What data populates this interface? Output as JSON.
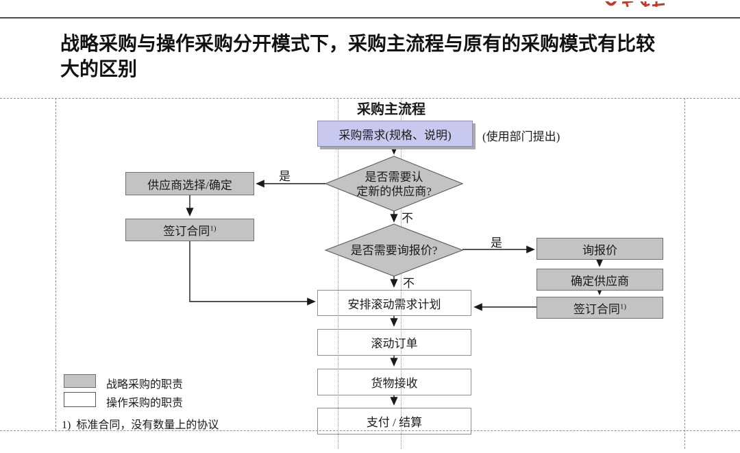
{
  "page": {
    "title": "战略采购与操作采购分开模式下，采购主流程与原有的采购模式有比较大的区别"
  },
  "flowchart": {
    "title": "采购主流程",
    "nodes": {
      "demand": "采购需求(规格、说明)",
      "demand_note": "(使用部门提出)",
      "decision_new_supplier": "是否需要认\n定新的供应商?",
      "supplier_select": "供应商选择/确定",
      "sign_contract": "签订合同",
      "decision_rfq": "是否需要询报价?",
      "rfq": "询报价",
      "confirm_supplier": "确定供应商",
      "rolling_plan": "安排滚动需求计划",
      "rolling_order": "滚动订单",
      "goods_receipt": "货物接收",
      "payment": "支付 / 结算"
    },
    "labels": {
      "yes": "是",
      "no": "不"
    }
  },
  "legend": {
    "strategic": "战略采购的职责",
    "operational": "操作采购的职责"
  },
  "footnote": {
    "marker": "1)",
    "text": "标准合同，没有数量上的协议"
  },
  "colors": {
    "strategic_fill": "#c3c3c3",
    "operational_fill": "#ffffff",
    "demand_fill": "#c9c9ef",
    "logo_red": "#c0392b",
    "line_dark": "#333333"
  }
}
